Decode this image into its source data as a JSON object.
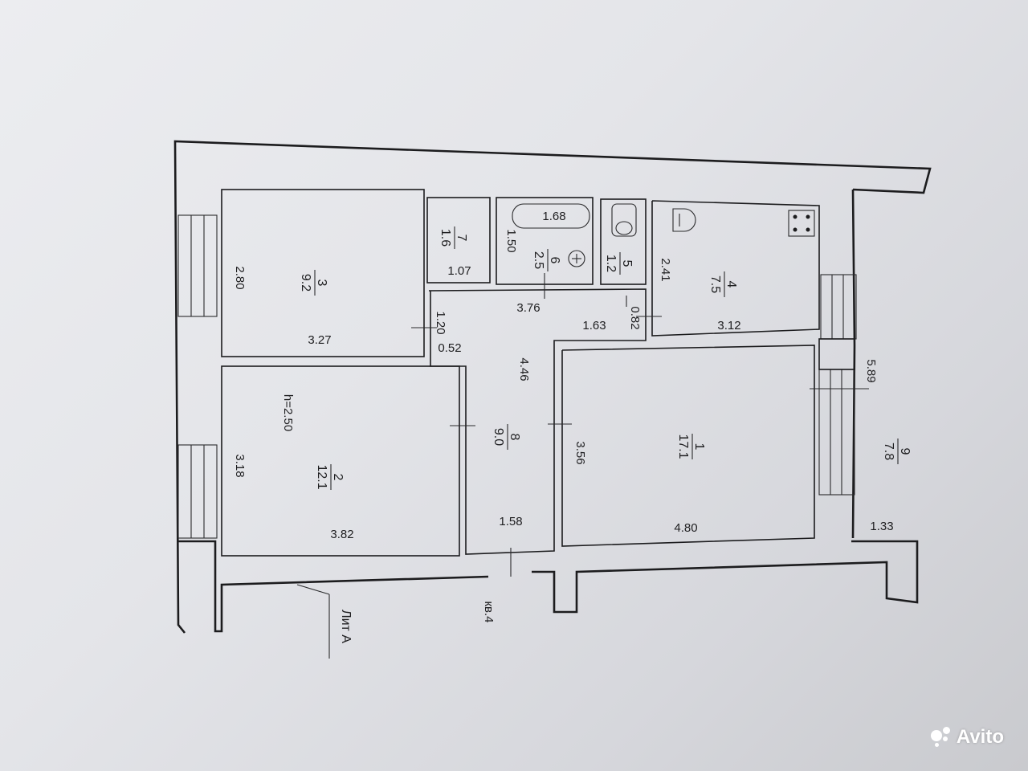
{
  "plan": {
    "rooms": [
      {
        "id": "1",
        "area": "17.1"
      },
      {
        "id": "2",
        "area": "12.1"
      },
      {
        "id": "3",
        "area": "9.2"
      },
      {
        "id": "4",
        "area": "7.5"
      },
      {
        "id": "5",
        "area": "1.2"
      },
      {
        "id": "6",
        "area": "2.5"
      },
      {
        "id": "7",
        "area": "1.6"
      },
      {
        "id": "8",
        "area": "9.0"
      },
      {
        "id": "9",
        "area": "7.8"
      }
    ],
    "dimensions": [
      "2.80",
      "3.27",
      "3.18",
      "3.82",
      "1.07",
      "1.50",
      "1.20",
      "0.52",
      "3.76",
      "4.46",
      "1.58",
      "1.68",
      "2.41",
      "3.12",
      "0.82",
      "1.63",
      "3.56",
      "4.80",
      "5.89",
      "1.33"
    ],
    "ceiling_height": "h=2.50",
    "unit_label": "кв.4",
    "building_label": "Лит А"
  },
  "watermark": {
    "text": "Avito"
  }
}
